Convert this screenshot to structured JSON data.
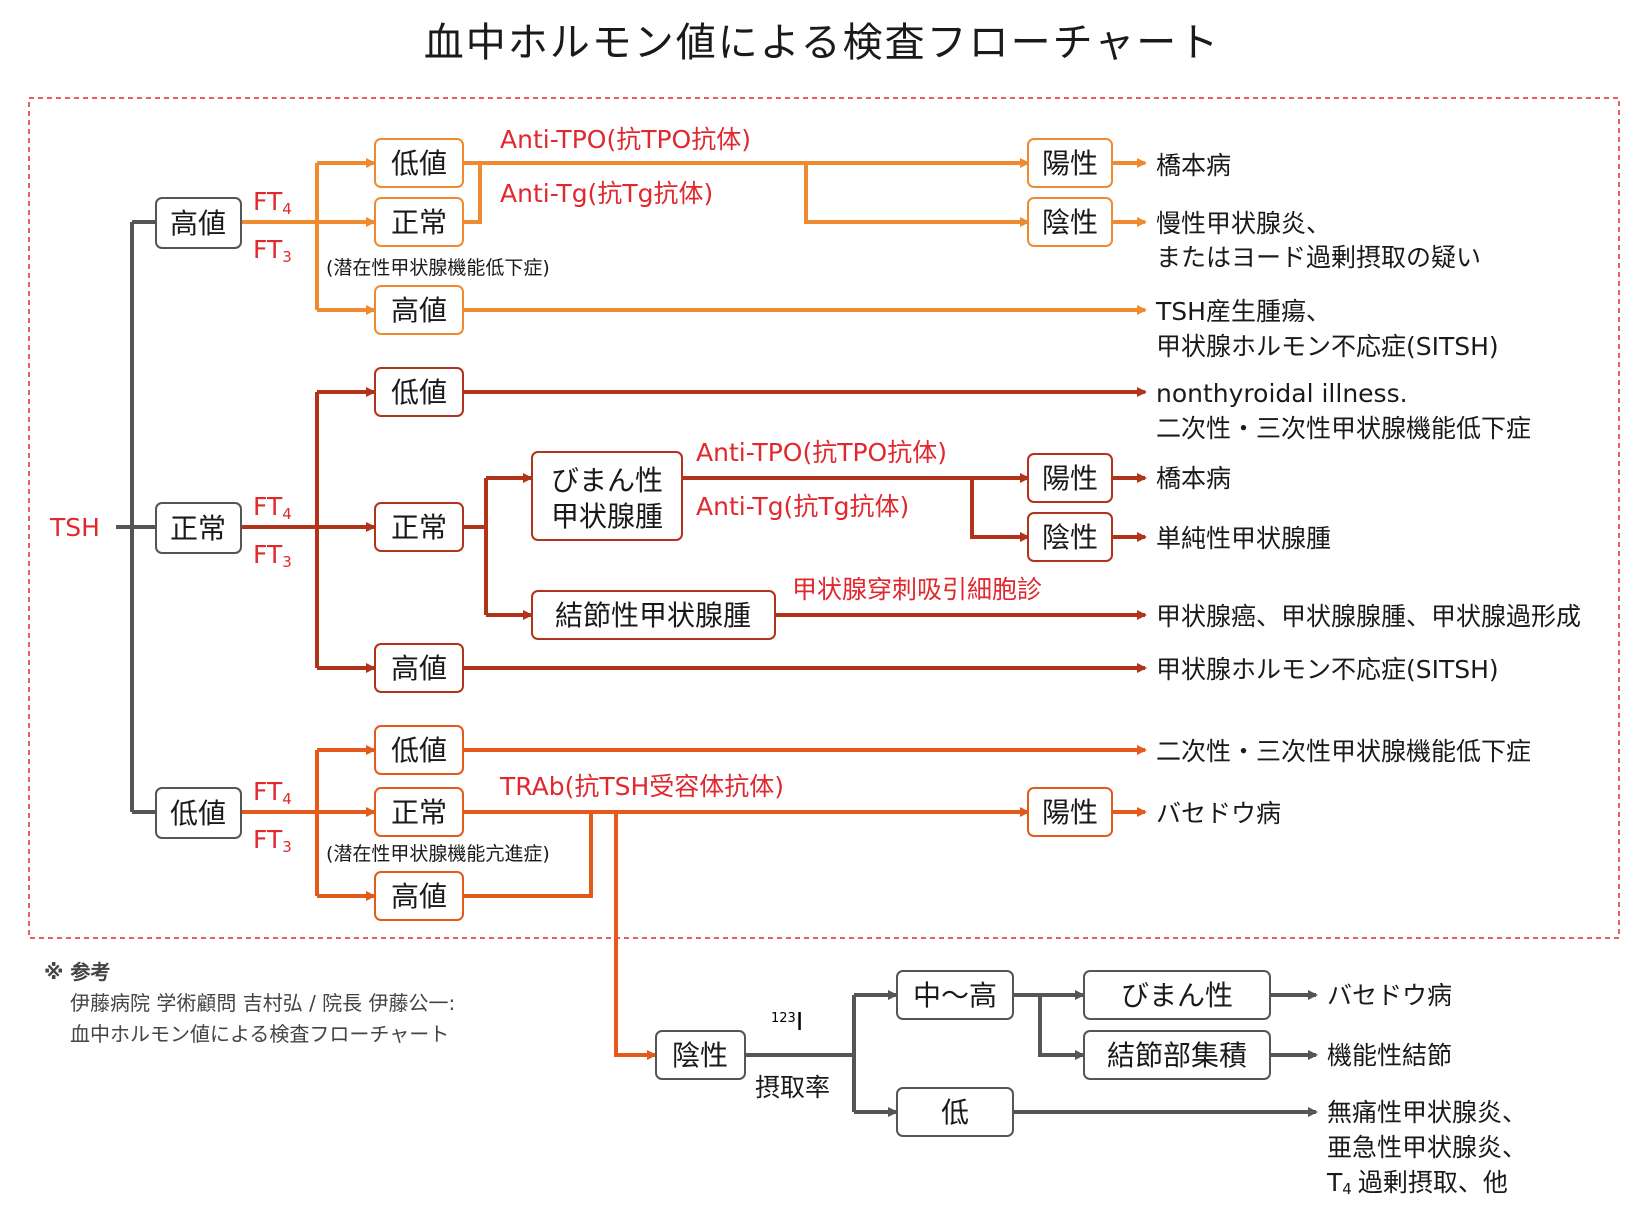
{
  "title": "血中ホルモン値による検査フローチャート",
  "colors": {
    "high": "#f08a30",
    "normal": "#b0331a",
    "low": "#e45a1c",
    "gray": "#555555",
    "red_text": "#e0282e",
    "dash": "#e0282e"
  },
  "root": "TSH",
  "ft4": "FT",
  "ft4_sub": "4",
  "ft3": "FT",
  "ft3_sub": "3",
  "high": {
    "label": "高値",
    "low_label": "低値",
    "normal_label": "正常",
    "normal_note": "(潜在性甲状腺機能低下症)",
    "high_label": "高値",
    "anti_tpo": "Anti-TPO(抗TPO抗体)",
    "anti_tg": "Anti-Tg(抗Tg抗体)",
    "positive": "陽性",
    "negative": "陰性",
    "result_positive": "橋本病",
    "result_negative_1": "慢性甲状腺炎、",
    "result_negative_2": "またはヨード過剰摂取の疑い",
    "result_high_1": "TSH産生腫瘍、",
    "result_high_2": "甲状腺ホルモン不応症(SITSH)"
  },
  "normal": {
    "label": "正常",
    "low_label": "低値",
    "result_low_1": "nonthyroidal illness.",
    "result_low_2": "二次性・三次性甲状腺機能低下症",
    "normal_label": "正常",
    "diffuse_1": "びまん性",
    "diffuse_2": "甲状腺腫",
    "anti_tpo": "Anti-TPO(抗TPO抗体)",
    "anti_tg": "Anti-Tg(抗Tg抗体)",
    "positive": "陽性",
    "negative": "陰性",
    "result_positive": "橋本病",
    "result_negative": "単純性甲状腺腫",
    "nodular": "結節性甲状腺腫",
    "fna": "甲状腺穿刺吸引細胞診",
    "result_nodular": "甲状腺癌、甲状腺腺腫、甲状腺過形成",
    "high_label": "高値",
    "result_high": "甲状腺ホルモン不応症(SITSH)"
  },
  "low": {
    "label": "低値",
    "low_label": "低値",
    "result_low": "二次性・三次性甲状腺機能低下症",
    "normal_label": "正常",
    "normal_note": "(潜在性甲状腺機能亢進症)",
    "high_label": "高値",
    "trab": "TRAb(抗TSH受容体抗体)",
    "positive": "陽性",
    "result_positive": "バセドウ病",
    "negative": "陰性",
    "iodine_sup": "123",
    "iodine_el": "I",
    "uptake": "摂取率",
    "mid_high": "中〜高",
    "diffuse": "びまん性",
    "nodular_acc": "結節部集積",
    "result_diffuse": "バセドウ病",
    "result_nodular": "機能性結節",
    "low_uptake": "低",
    "result_low_1": "無痛性甲状腺炎、",
    "result_low_2": "亜急性甲状腺炎、",
    "result_low_3_main": "T",
    "result_low_3_sub": "4",
    "result_low_3_rest": "過剰摂取、他"
  },
  "reference": {
    "heading": "※ 参考",
    "line1": "伊藤病院 学術顧問 吉村弘 / 院長 伊藤公一:",
    "line2": "血中ホルモン値による検査フローチャート"
  }
}
